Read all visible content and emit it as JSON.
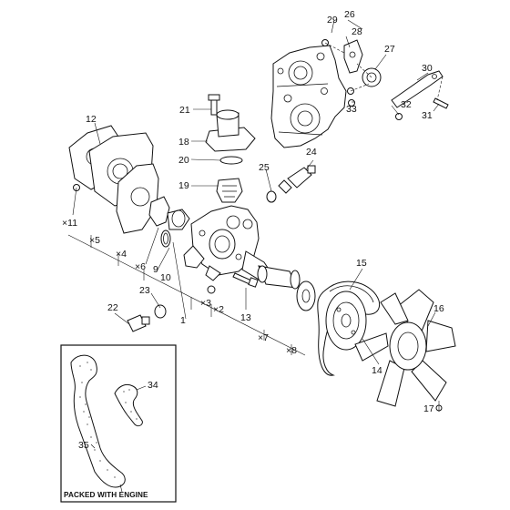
{
  "callouts": [
    {
      "id": "c1",
      "text": "1"
    },
    {
      "id": "c2",
      "text": "×2"
    },
    {
      "id": "c3",
      "text": "×3"
    },
    {
      "id": "c4",
      "text": "×4"
    },
    {
      "id": "c5",
      "text": "×5"
    },
    {
      "id": "c6",
      "text": "×6"
    },
    {
      "id": "c7",
      "text": "×7"
    },
    {
      "id": "c8",
      "text": "×8"
    },
    {
      "id": "c9",
      "text": "9"
    },
    {
      "id": "c10",
      "text": "10"
    },
    {
      "id": "c11",
      "text": "×11"
    },
    {
      "id": "c12",
      "text": "12"
    },
    {
      "id": "c13",
      "text": "13"
    },
    {
      "id": "c14",
      "text": "14"
    },
    {
      "id": "c15",
      "text": "15"
    },
    {
      "id": "c16",
      "text": "16"
    },
    {
      "id": "c17",
      "text": "17"
    },
    {
      "id": "c18",
      "text": "18"
    },
    {
      "id": "c19",
      "text": "19"
    },
    {
      "id": "c20",
      "text": "20"
    },
    {
      "id": "c21",
      "text": "21"
    },
    {
      "id": "c22",
      "text": "22"
    },
    {
      "id": "c23",
      "text": "23"
    },
    {
      "id": "c24",
      "text": "24"
    },
    {
      "id": "c25",
      "text": "25"
    },
    {
      "id": "c26",
      "text": "26"
    },
    {
      "id": "c27",
      "text": "27"
    },
    {
      "id": "c28",
      "text": "28"
    },
    {
      "id": "c29",
      "text": "29"
    },
    {
      "id": "c30",
      "text": "30"
    },
    {
      "id": "c31",
      "text": "31"
    },
    {
      "id": "c32",
      "text": "32"
    },
    {
      "id": "c33",
      "text": "33"
    },
    {
      "id": "c34",
      "text": "34"
    },
    {
      "id": "c35",
      "text": "35"
    }
  ],
  "packed_box": {
    "label": "PACKED WITH ENGINE"
  }
}
